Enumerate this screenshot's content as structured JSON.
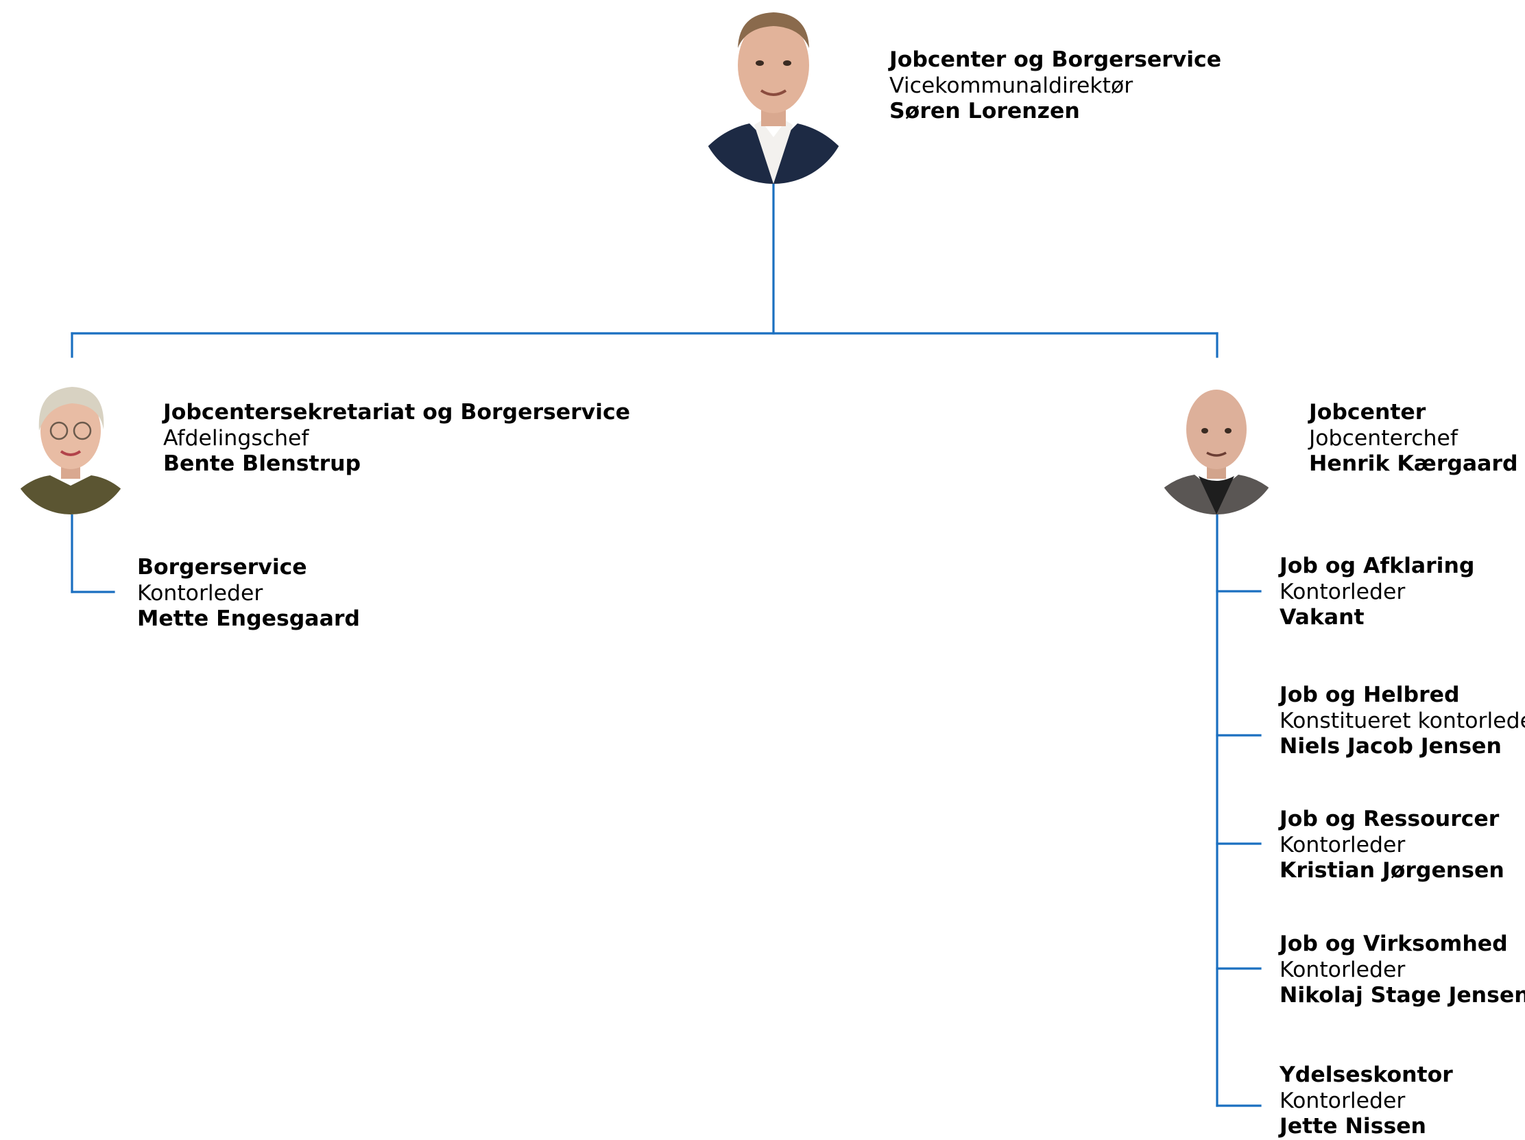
{
  "colors": {
    "connector": "#1a6fc0",
    "text": "#000000",
    "background": "#ffffff"
  },
  "top": {
    "unit": "Jobcenter og Borgerservice",
    "role": "Vicekommunaldirektør",
    "person": "Søren Lorenzen",
    "photo": "portrait-soren-lorenzen"
  },
  "left": {
    "unit": "Jobcentersekretariat og Borgerservice",
    "role": "Afdelingschef",
    "person": "Bente Blenstrup",
    "photo": "portrait-bente-blenstrup",
    "children": [
      {
        "unit": "Borgerservice",
        "role": "Kontorleder",
        "person": "Mette Engesgaard"
      }
    ]
  },
  "right": {
    "unit": "Jobcenter",
    "role": "Jobcenterchef",
    "person": "Henrik Kærgaard",
    "photo": "portrait-henrik-kaergaard",
    "children": [
      {
        "unit": "Job og Afklaring",
        "role": "Kontorleder",
        "person": "Vakant"
      },
      {
        "unit": "Job og Helbred",
        "role": "Konstitueret kontorleder",
        "person": "Niels Jacob Jensen"
      },
      {
        "unit": "Job og Ressourcer",
        "role": "Kontorleder",
        "person": "Kristian Jørgensen"
      },
      {
        "unit": "Job og Virksomhed",
        "role": "Kontorleder",
        "person": "Nikolaj Stage Jensen"
      },
      {
        "unit": "Ydelseskontor",
        "role": "Kontorleder",
        "person": "Jette Nissen"
      }
    ]
  }
}
